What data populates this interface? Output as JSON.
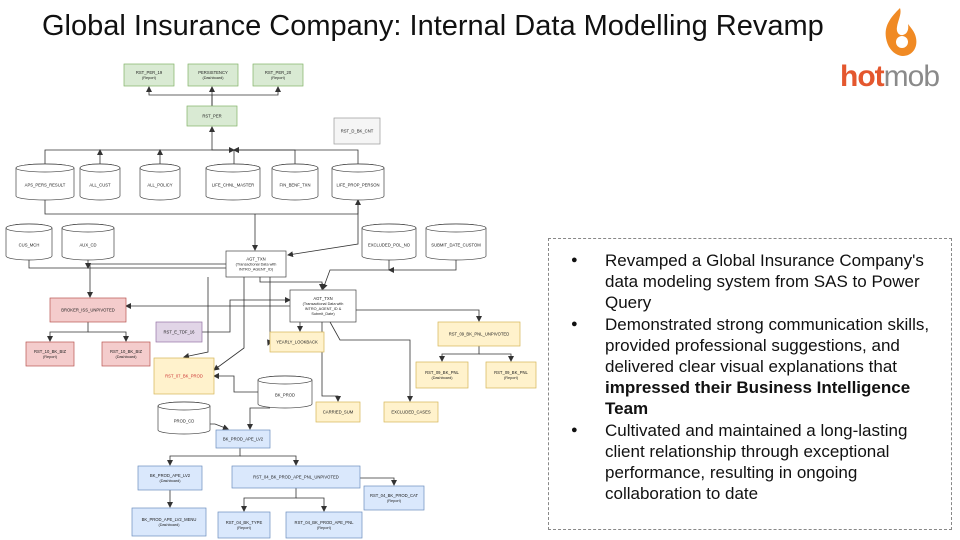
{
  "title": "Global Insurance Company: Internal Data Modelling Revamp",
  "logo": {
    "hot": "hot",
    "mob": "mob"
  },
  "colors": {
    "green": "#d9ead3",
    "red": "#f4cccc",
    "yellow": "#fff2cc",
    "blue": "#dae8fc",
    "purple": "#e1d5e7",
    "gray": "#f5f5f5",
    "logo_flame": "#f08a24"
  },
  "nodes": [
    {
      "id": "rst_per_19",
      "label": "RST_PER_19",
      "sub": "(Report)"
    },
    {
      "id": "persistency",
      "label": "PERSISTENCY",
      "sub": "(Dashboard)"
    },
    {
      "id": "rst_per_20",
      "label": "RST_PER_20",
      "sub": "(Report)"
    },
    {
      "id": "rst_per",
      "label": "RST_PER",
      "sub": ""
    },
    {
      "id": "rst_d_bk_cnt",
      "label": "RST_D_BK_CNT",
      "sub": ""
    },
    {
      "id": "aps_pers_result",
      "label": "APS_PERS_RESULT",
      "sub": ""
    },
    {
      "id": "all_cust",
      "label": "ALL_CUST",
      "sub": ""
    },
    {
      "id": "all_policy",
      "label": "ALL_POLICY",
      "sub": ""
    },
    {
      "id": "life_chnl_master",
      "label": "LIFE_CHNL_MASTER",
      "sub": ""
    },
    {
      "id": "fin_benf_txn",
      "label": "FIN_BENF_TXN",
      "sub": ""
    },
    {
      "id": "life_prop_person",
      "label": "LIFE_PROP_PERSON",
      "sub": ""
    },
    {
      "id": "cus_mch",
      "label": "CUS_MCH",
      "sub": ""
    },
    {
      "id": "aux_cd",
      "label": "AUX_CD",
      "sub": ""
    },
    {
      "id": "excluded_pol_no",
      "label": "EXCLUDED_POL_NO",
      "sub": ""
    },
    {
      "id": "submit_date_custom",
      "label": "SUBMIT_DATE_CUSTOM",
      "sub": ""
    },
    {
      "id": "agt_txn",
      "label": "AGT_TXN",
      "sub": "(Transactional Data with",
      "sub2": "INTRO_AGENT_ID)"
    },
    {
      "id": "agt_txn2",
      "label": "AGT_TXN",
      "sub": "(Transactional Data with",
      "sub2": "INTRO_AGENT_ID &",
      "sub3": "Submit_Date)"
    },
    {
      "id": "broker_iss",
      "label": "BROKER_ISS_UNPIVOTED",
      "sub": ""
    },
    {
      "id": "rst_e_tdf_16",
      "label": "RST_E_TDF_16",
      "sub": ""
    },
    {
      "id": "yearly_lookback",
      "label": "YEARLY_LOOKBACK",
      "sub": ""
    },
    {
      "id": "rst_09_pnl_unpiv",
      "label": "RST_09_BK_PNL_UNPIVOTED",
      "sub": ""
    },
    {
      "id": "rst_10_biz_r",
      "label": "RST_10_BK_BIZ",
      "sub": "(Report)"
    },
    {
      "id": "rst_10_biz_d",
      "label": "RST_10_BK_BIZ",
      "sub": "(Dashboard)"
    },
    {
      "id": "rst_07_bk_prod",
      "label": "RST_07_BK_PROD",
      "sub": ""
    },
    {
      "id": "rst_09_pnl_d",
      "label": "RST_09_BK_PNL",
      "sub": "(Dashboard)"
    },
    {
      "id": "rst_09_pnl_r",
      "label": "RST_09_BK_PNL",
      "sub": "(Report)"
    },
    {
      "id": "bk_prod",
      "label": "BK_PROD",
      "sub": ""
    },
    {
      "id": "carried_sum",
      "label": "CARRIED_SUM",
      "sub": ""
    },
    {
      "id": "excluded_cases",
      "label": "EXCLUDED_CASES",
      "sub": ""
    },
    {
      "id": "prod_cd",
      "label": "PROD_CD",
      "sub": ""
    },
    {
      "id": "bk_prod_ape_lv2",
      "label": "BK_PROD_APE_LV2",
      "sub": ""
    },
    {
      "id": "bk_prod_ape_lv2_d",
      "label": "BK_PROD_APE_LV2",
      "sub": "(Dashboard)"
    },
    {
      "id": "rst_04_unpiv",
      "label": "RST_04_BK_PROD_APE_PNL_UNPIVOTED",
      "sub": ""
    },
    {
      "id": "rst_04_bk_prod_cat",
      "label": "RST_04_BK_PROD_CAT",
      "sub": "(Report)"
    },
    {
      "id": "bk_prod_ape_lv2_menu",
      "label": "BK_PROD_APE_LV2_MENU",
      "sub": "(Dashboard)"
    },
    {
      "id": "rst_04_bk_type",
      "label": "RST_04_BK_TYPE",
      "sub": "(Report)"
    },
    {
      "id": "rst_04_ape_pnl",
      "label": "RST_04_BK_PROD_APE_PNL",
      "sub": "(Report)"
    }
  ],
  "bullets": [
    {
      "text": "Revamped a Global Insurance Company's data modeling system from SAS to Power Query",
      "bold": "",
      "after": ""
    },
    {
      "text": "Demonstrated strong communication skills, provided professional suggestions, and delivered clear visual explanations that ",
      "bold": "impressed their Business Intelligence Team",
      "after": ""
    },
    {
      "text": "Cultivated and maintained a long-lasting client relationship through exceptional performance, resulting in ongoing collaboration to date",
      "bold": "",
      "after": ""
    }
  ]
}
